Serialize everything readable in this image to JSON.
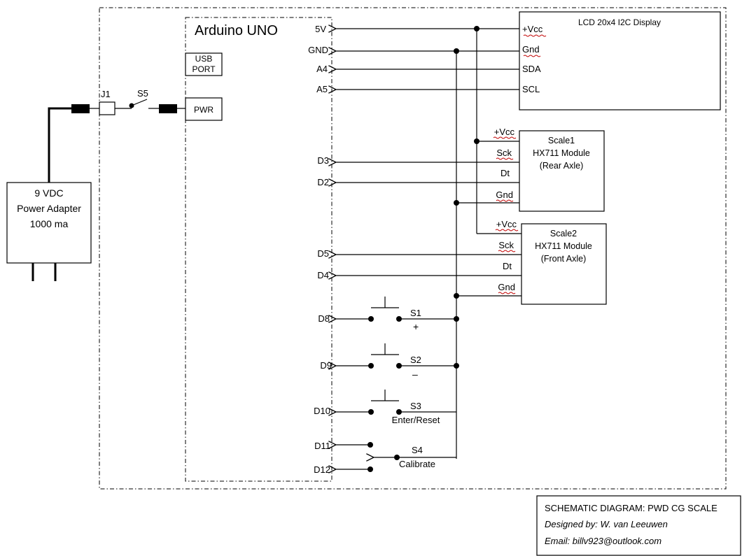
{
  "arduino": {
    "title": "Arduino  UNO",
    "usb_port": [
      "USB",
      "PORT"
    ],
    "pwr": "PWR",
    "pins": {
      "v5": "5V",
      "gnd": "GND",
      "a4": "A4",
      "a5": "A5",
      "d3": "D3",
      "d2": "D2",
      "d5": "D5",
      "d4": "D4",
      "d8": "D8",
      "d9": "D9",
      "d10": "D10",
      "d11": "D11",
      "d12": "D12"
    }
  },
  "lcd": {
    "title": "LCD 20x4  I2C Display",
    "pins": [
      "+Vcc",
      "Gnd",
      "SDA",
      "SCL"
    ]
  },
  "scale1": {
    "title": [
      "Scale1",
      "HX711 Module",
      "(Rear Axle)"
    ],
    "pins": [
      "+Vcc",
      "Sck",
      "Dt",
      "Gnd"
    ]
  },
  "scale2": {
    "title": [
      "Scale2",
      "HX711 Module",
      "(Front Axle)"
    ],
    "pins": [
      "+Vcc",
      "Sck",
      "Dt",
      "Gnd"
    ]
  },
  "power": {
    "adapter": [
      "9 VDC",
      "Power Adapter",
      "1000 ma"
    ],
    "jack": "J1",
    "switch": "S5"
  },
  "switches": {
    "s1": {
      "name": "S1",
      "label": "+"
    },
    "s2": {
      "name": "S2",
      "label": "–"
    },
    "s3": {
      "name": "S3",
      "label": "Enter/Reset"
    },
    "s4": {
      "name": "S4",
      "label": "Calibrate"
    }
  },
  "titleblock": {
    "title": "SCHEMATIC DIAGRAM:  PWD CG SCALE",
    "designer": "Designed by:  W. van Leeuwen",
    "email": "Email:  billv923@outlook.com"
  }
}
